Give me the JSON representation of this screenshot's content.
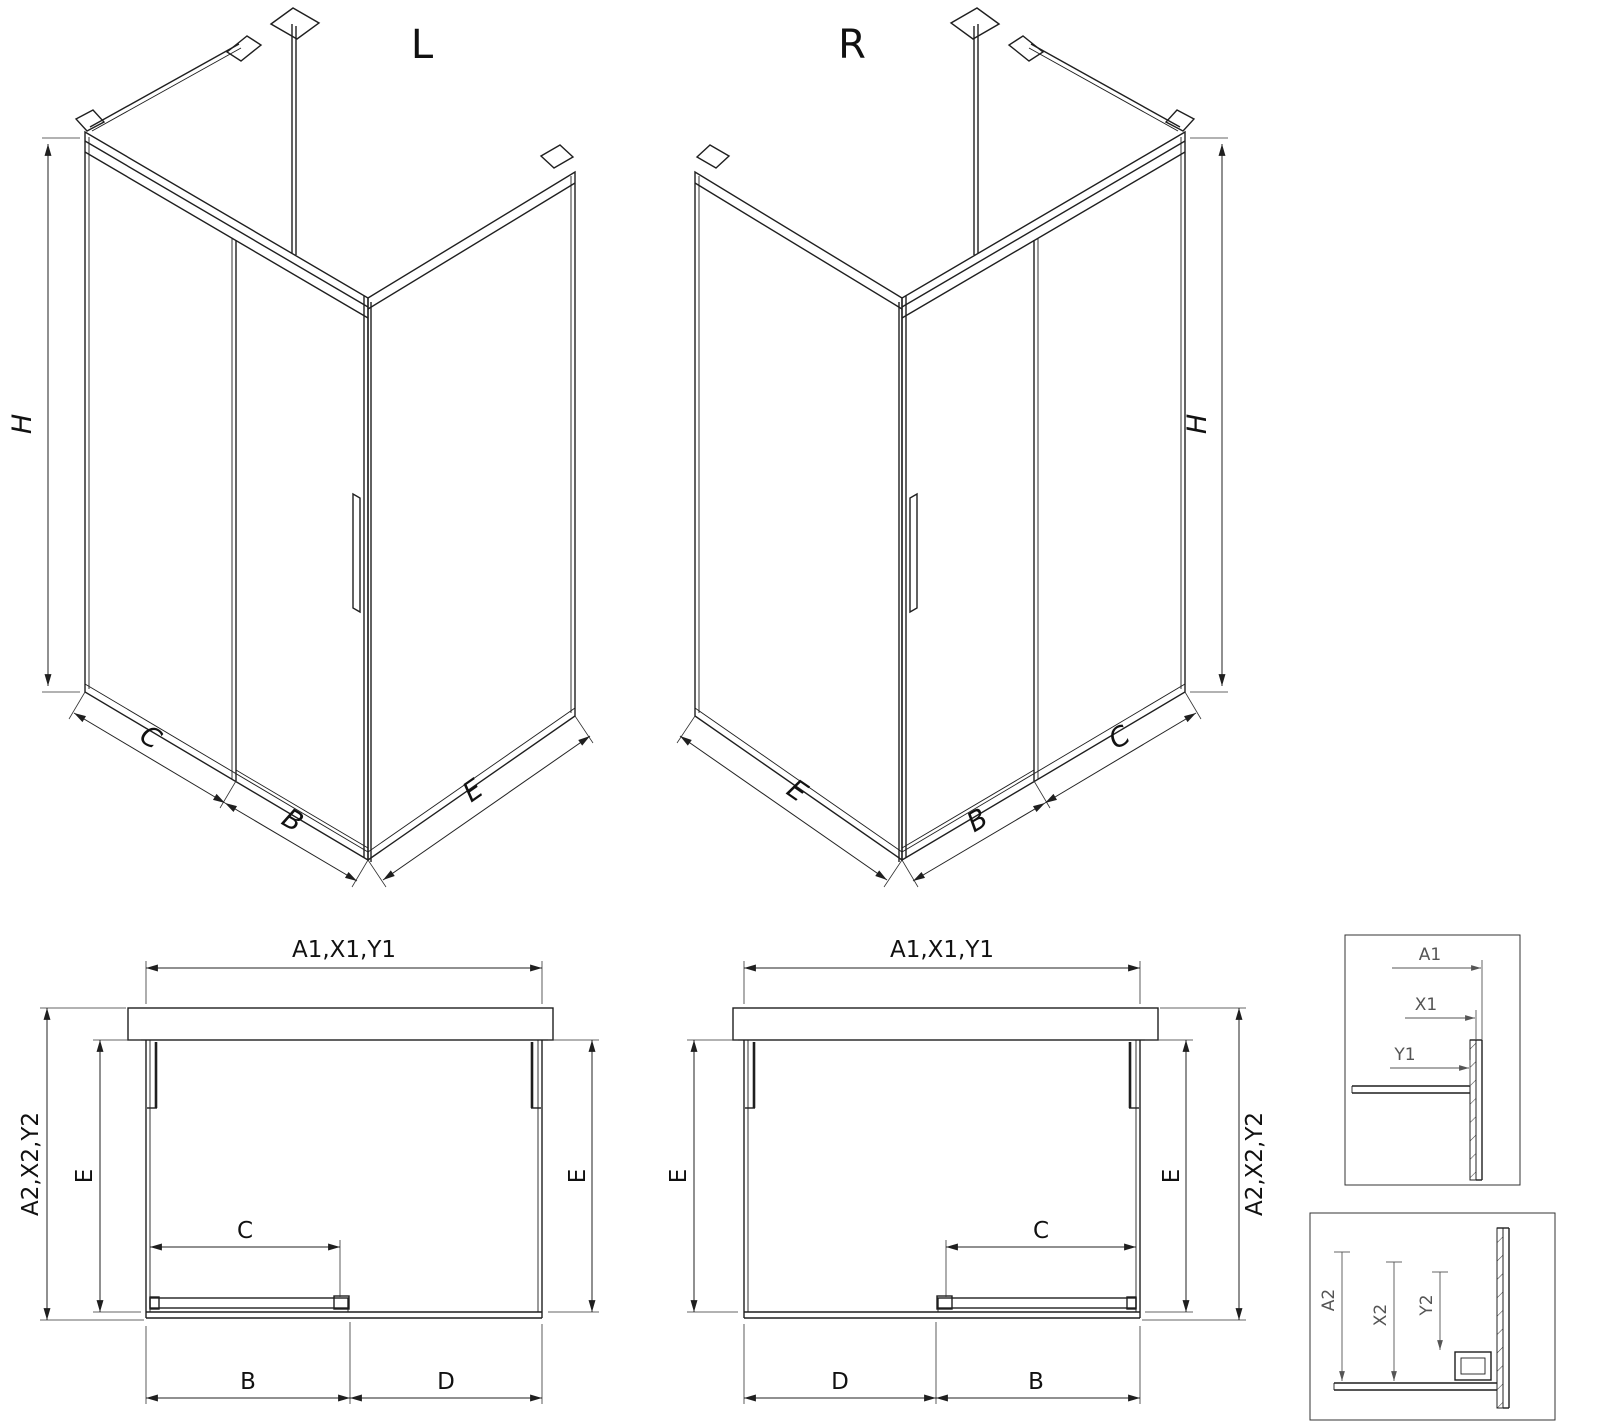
{
  "drawing": {
    "background": "#ffffff",
    "line_color": "#1f1f1f",
    "detail_color": "#555555",
    "titles": {
      "left": "L",
      "right": "R"
    },
    "iso_left": {
      "height": "H",
      "fixed_panel": "C",
      "door": "B",
      "side_panel": "E"
    },
    "iso_right": {
      "height": "H",
      "fixed_panel": "C",
      "door": "B",
      "side_panel": "E"
    },
    "plan_left": {
      "width_top": "A1,X1,Y1",
      "depth": "A2,X2,Y2",
      "side_left": "E",
      "side_right": "E",
      "opening": "C",
      "door": "B",
      "fixed": "D"
    },
    "plan_right": {
      "width_top": "A1,X1,Y1",
      "depth": "A2,X2,Y2",
      "side_left": "E",
      "side_right": "E",
      "opening": "C",
      "door": "B",
      "fixed": "D"
    },
    "detail_top": {
      "dim_a": "A1",
      "dim_x": "X1",
      "dim_y": "Y1"
    },
    "detail_bottom": {
      "dim_a": "A2",
      "dim_x": "X2",
      "dim_y": "Y2"
    }
  }
}
